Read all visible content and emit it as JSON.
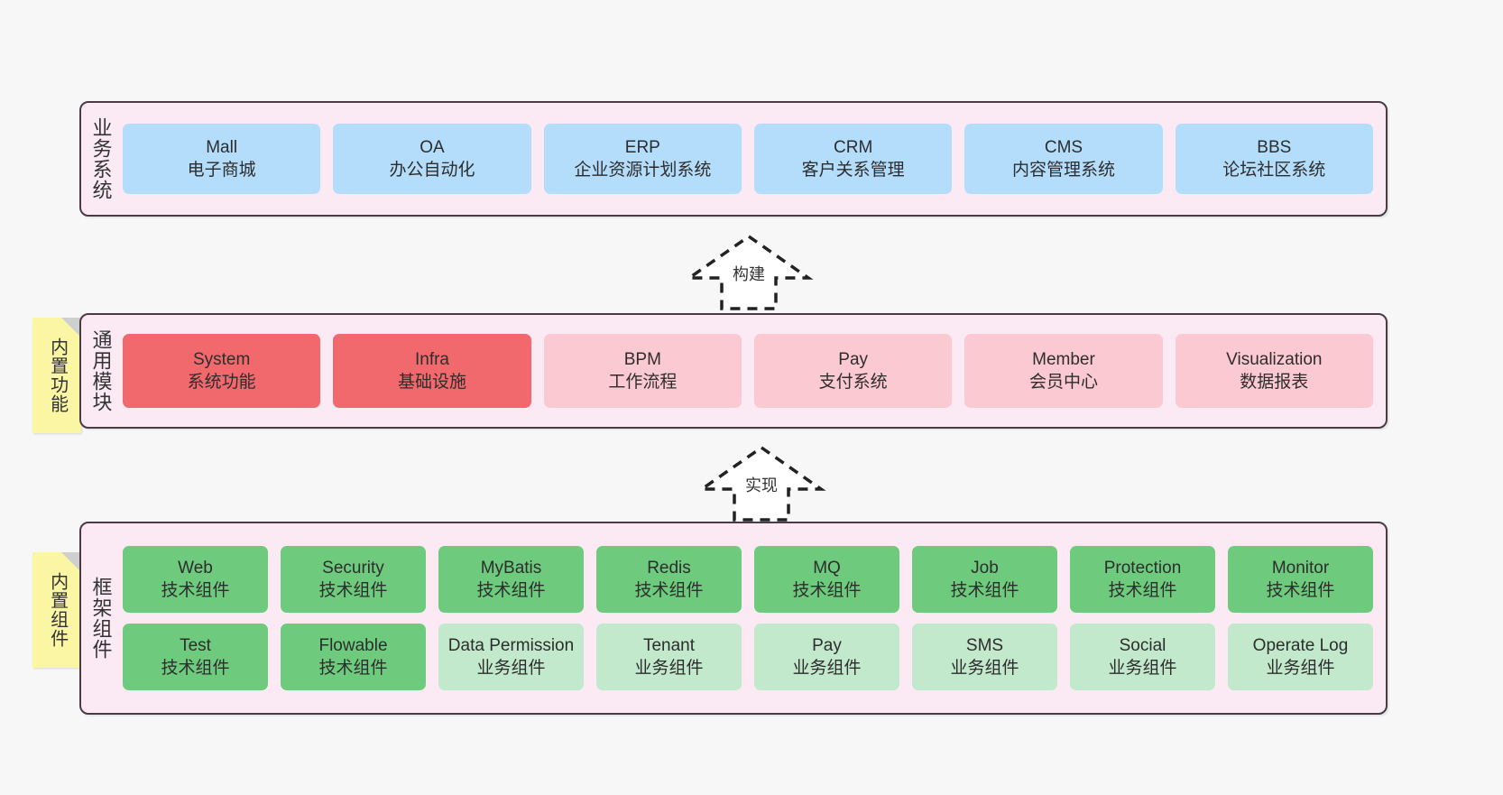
{
  "diagram": {
    "background_color": "#f7f7f7",
    "band_fill": "#fbeaf4",
    "band_border": "#4a3b45",
    "sticky_color": "#fbf6a4"
  },
  "layers": [
    {
      "id": "business-systems",
      "label": "业务系统",
      "card_color": "#b3ddfb",
      "cards": [
        {
          "name": "Mall",
          "desc": "电子商城"
        },
        {
          "name": "OA",
          "desc": "办公自动化"
        },
        {
          "name": "ERP",
          "desc": "企业资源计划系统"
        },
        {
          "name": "CRM",
          "desc": "客户关系管理"
        },
        {
          "name": "CMS",
          "desc": "内容管理系统"
        },
        {
          "name": "BBS",
          "desc": "论坛社区系统"
        }
      ]
    },
    {
      "id": "common-modules",
      "label": "通用模块",
      "sticky": "内置功能",
      "card_color_core": "#f2696d",
      "card_color_ext": "#fbc9d2",
      "cards": [
        {
          "name": "System",
          "desc": "系统功能",
          "kind": "core"
        },
        {
          "name": "Infra",
          "desc": "基础设施",
          "kind": "core"
        },
        {
          "name": "BPM",
          "desc": "工作流程",
          "kind": "ext"
        },
        {
          "name": "Pay",
          "desc": "支付系统",
          "kind": "ext"
        },
        {
          "name": "Member",
          "desc": "会员中心",
          "kind": "ext"
        },
        {
          "name": "Visualization",
          "desc": "数据报表",
          "kind": "ext"
        }
      ]
    },
    {
      "id": "framework-components",
      "label": "框架组件",
      "sticky": "内置组件",
      "card_color_tech": "#6ecb7e",
      "card_color_biz": "#c2e9cc",
      "row1": [
        {
          "name": "Web",
          "desc": "技术组件"
        },
        {
          "name": "Security",
          "desc": "技术组件"
        },
        {
          "name": "MyBatis",
          "desc": "技术组件"
        },
        {
          "name": "Redis",
          "desc": "技术组件"
        },
        {
          "name": "MQ",
          "desc": "技术组件"
        },
        {
          "name": "Job",
          "desc": "技术组件"
        },
        {
          "name": "Protection",
          "desc": "技术组件"
        },
        {
          "name": "Monitor",
          "desc": "技术组件"
        }
      ],
      "row2": [
        {
          "name": "Test",
          "desc": "技术组件",
          "kind": "tech"
        },
        {
          "name": "Flowable",
          "desc": "技术组件",
          "kind": "tech"
        },
        {
          "name": "Data Permission",
          "desc": "业务组件",
          "kind": "biz"
        },
        {
          "name": "Tenant",
          "desc": "业务组件",
          "kind": "biz"
        },
        {
          "name": "Pay",
          "desc": "业务组件",
          "kind": "biz"
        },
        {
          "name": "SMS",
          "desc": "业务组件",
          "kind": "biz"
        },
        {
          "name": "Social",
          "desc": "业务组件",
          "kind": "biz"
        },
        {
          "name": "Operate Log",
          "desc": "业务组件",
          "kind": "biz"
        }
      ]
    }
  ],
  "connectors": [
    {
      "id": "build",
      "label": "构建",
      "from": "common-modules",
      "to": "business-systems"
    },
    {
      "id": "implement",
      "label": "实现",
      "from": "framework-components",
      "to": "common-modules"
    }
  ]
}
